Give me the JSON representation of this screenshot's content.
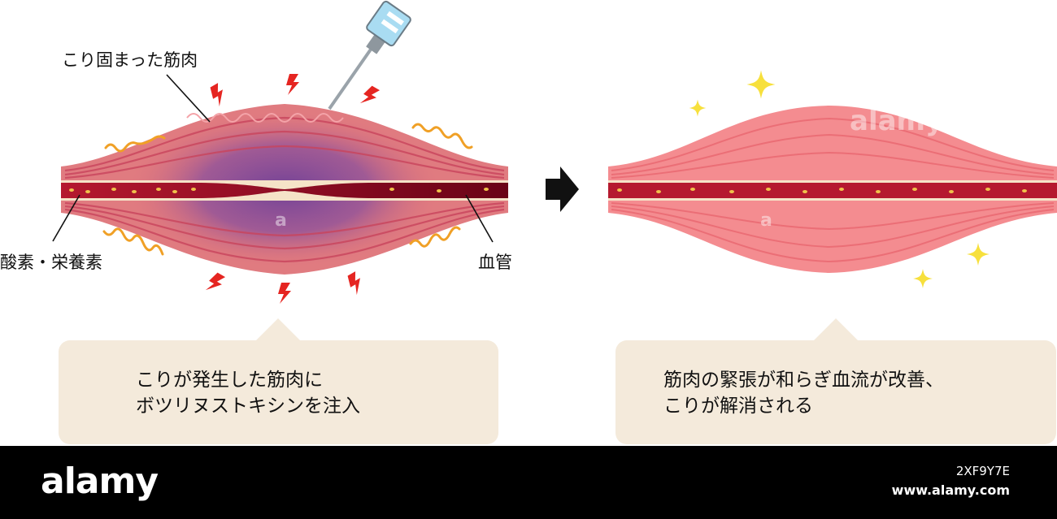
{
  "labels": {
    "stiff_muscle": "こり固まった筋肉",
    "oxygen_nutrients": "酸素・栄養素",
    "blood_vessel": "血管"
  },
  "captions": {
    "left": [
      "こりが発生した筋肉に",
      "ボツリヌストキシンを注入"
    ],
    "right": [
      "筋肉の緊張が和らぎ血流が改善、",
      "こりが解消される"
    ]
  },
  "watermark": "alamy",
  "footer": {
    "logo": "alamy",
    "image_id": "2XF9Y7E",
    "url": "www.alamy.com"
  },
  "colors": {
    "muscle_tense": "#e07b80",
    "muscle_relaxed": "#f48c90",
    "vessel": "#a0112a",
    "bubble": "#f4eadb",
    "pain_bolt": "#e52521",
    "tingle": "#f0a026",
    "sparkle": "#f7e03c",
    "syringe": "#a9dcf2"
  }
}
